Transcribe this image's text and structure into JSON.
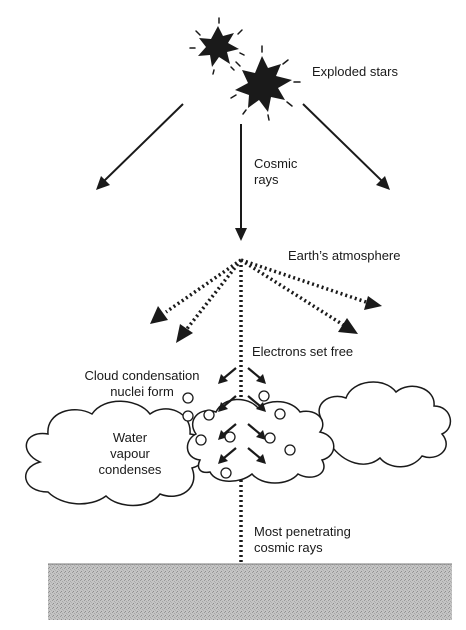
{
  "labels": {
    "exploded_stars": "Exploded stars",
    "cosmic_rays_line1": "Cosmic",
    "cosmic_rays_line2": "rays",
    "earths_atmosphere": "Earth’s atmosphere",
    "electrons_set_free": "Electrons set free",
    "nuclei_line1": "Cloud condensation",
    "nuclei_line2": "nuclei form",
    "water_line1": "Water",
    "water_line2": "vapour",
    "water_line3": "condenses",
    "penetrating_line1": "Most penetrating",
    "penetrating_line2": "cosmic rays"
  },
  "colors": {
    "ink": "#1a1a1a",
    "ground_fill": "#bdbdbd",
    "cloud_fill": "#ffffff"
  }
}
